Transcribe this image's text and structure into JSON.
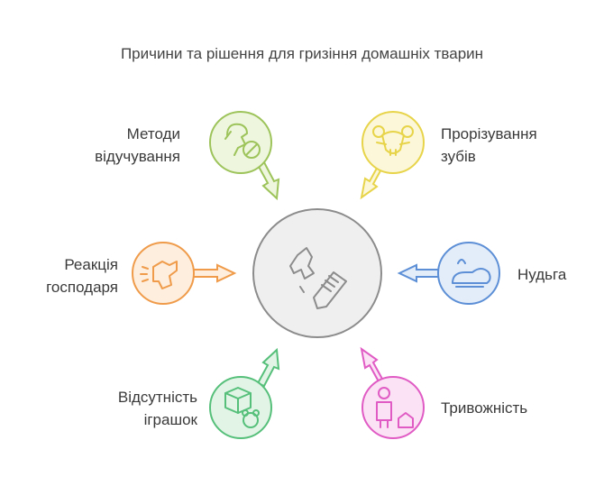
{
  "title": "Причини та рішення для гризіння домашніх тварин",
  "nodes": [
    {
      "id": "methods",
      "label_lines": [
        "Методи",
        "відучування"
      ],
      "color": "#9dc35b",
      "fill": "#eef6dd",
      "icon": "dog-no-chewing-icon"
    },
    {
      "id": "teething",
      "label_lines": [
        "Прорізування",
        "зубів"
      ],
      "color": "#e8d44a",
      "fill": "#fbf7d8",
      "icon": "rodent-teeth-icon"
    },
    {
      "id": "reaction",
      "label_lines": [
        "Реакція",
        "господаря"
      ],
      "color": "#ef9b4a",
      "fill": "#fdeedd",
      "icon": "barking-dog-icon"
    },
    {
      "id": "boredom",
      "label_lines": [
        "Нудьга"
      ],
      "color": "#5c8fd6",
      "fill": "#e3ecf9",
      "icon": "sleeping-dog-icon"
    },
    {
      "id": "toys",
      "label_lines": [
        "Відсутність",
        "іграшок"
      ],
      "color": "#56c07a",
      "fill": "#e1f4e6",
      "icon": "toy-box-icon"
    },
    {
      "id": "anxiety",
      "label_lines": [
        "Тривожність"
      ],
      "color": "#e05bc4",
      "fill": "#fbe2f5",
      "icon": "anxious-person-icon"
    }
  ],
  "center": {
    "icon": "chewing-dog-icon",
    "color": "#8c8c8c",
    "fill": "#efefef"
  }
}
